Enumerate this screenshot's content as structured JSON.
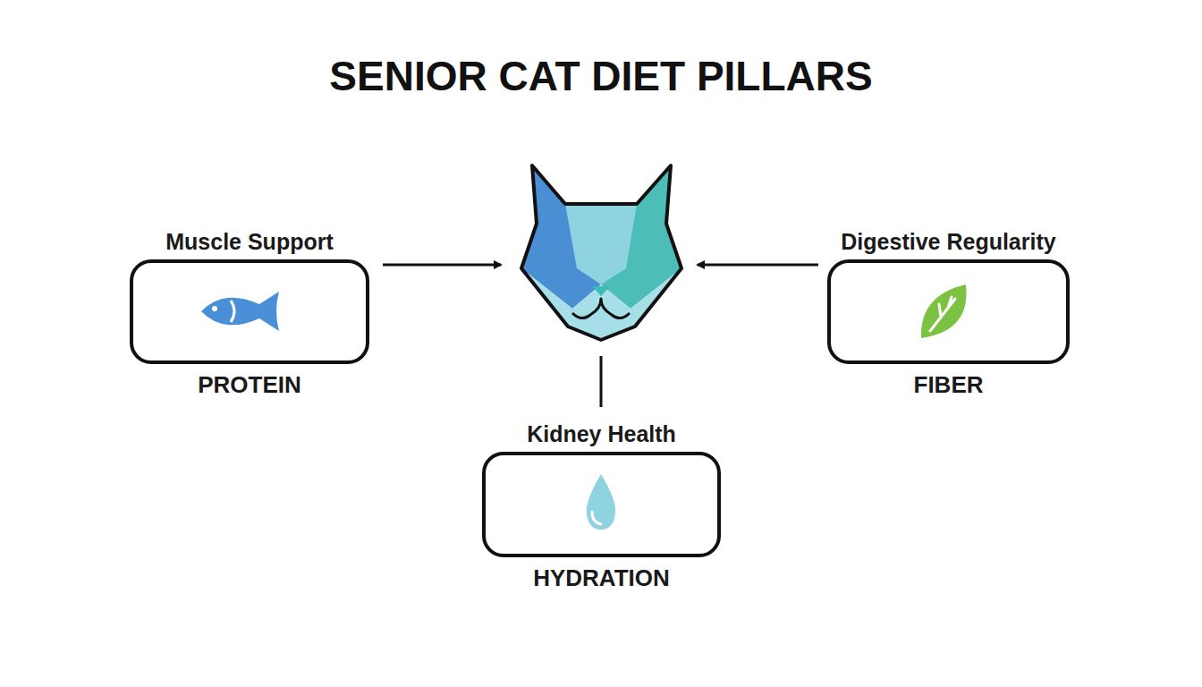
{
  "diagram": {
    "title": "SENIOR CAT DIET PILLARS",
    "nodes": [
      {
        "text": [
          "Muscle Support",
          "PROTEIN"
        ]
      },
      {
        "text": [
          "Digestive Regularity",
          "FIBER"
        ]
      },
      {
        "text": [
          "Kidney Health",
          "HYDRATION"
        ]
      }
    ]
  }
}
